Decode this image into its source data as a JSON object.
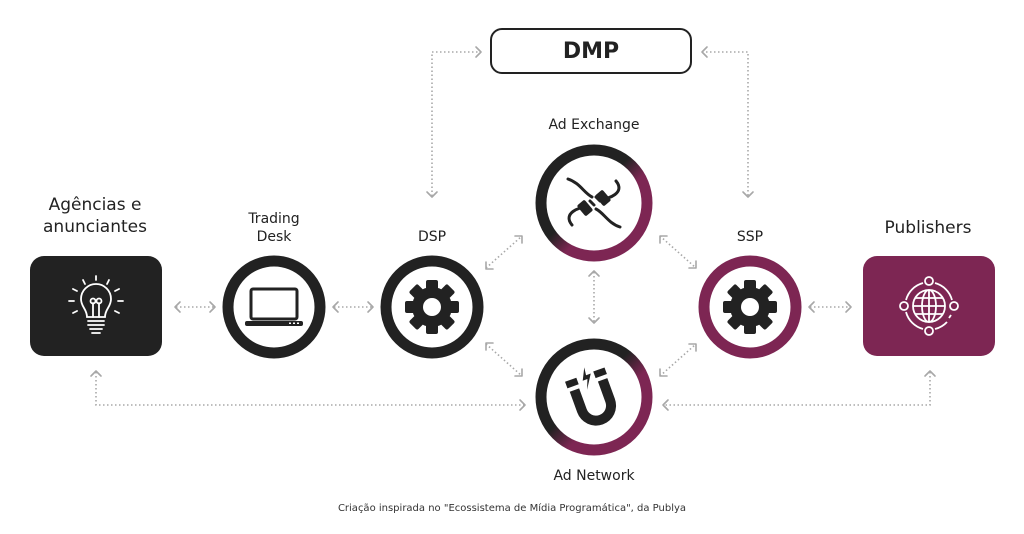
{
  "diagram": {
    "title_box": {
      "label": "DMP"
    },
    "nodes": {
      "agencias": {
        "label_line1": "Agências e",
        "label_line2": "anunciantes",
        "icon": "lightbulb-icon"
      },
      "trading_desk": {
        "label_line1": "Trading",
        "label_line2": "Desk",
        "icon": "laptop-icon"
      },
      "dsp": {
        "label": "DSP",
        "icon": "gear-icon"
      },
      "ad_exchange": {
        "label": "Ad Exchange",
        "icon": "plug-icon"
      },
      "ad_network": {
        "label": "Ad Network",
        "icon": "magnet-icon"
      },
      "ssp": {
        "label": "SSP",
        "icon": "gear-icon"
      },
      "publishers": {
        "label": "Publishers",
        "icon": "globe-network-icon"
      }
    },
    "connections": [
      [
        "agencias",
        "trading_desk"
      ],
      [
        "trading_desk",
        "dsp"
      ],
      [
        "dsp",
        "ad_exchange"
      ],
      [
        "dsp",
        "ad_network"
      ],
      [
        "dsp",
        "dmp"
      ],
      [
        "ssp",
        "dmp"
      ],
      [
        "ad_exchange",
        "ad_network"
      ],
      [
        "ssp",
        "ad_exchange"
      ],
      [
        "ssp",
        "ad_network"
      ],
      [
        "ssp",
        "publishers"
      ],
      [
        "agencias",
        "ad_network"
      ],
      [
        "publishers",
        "ad_network"
      ]
    ],
    "colors": {
      "dark": "#222222",
      "brand": "#7d2653",
      "arrow": "#a8a8a8"
    },
    "credit": "Criação inspirada no \"Ecossistema de Mídia Programática\", da Publya"
  }
}
